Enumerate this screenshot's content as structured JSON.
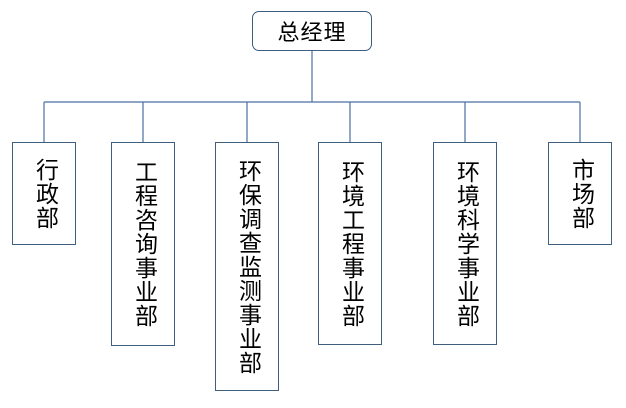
{
  "chart": {
    "root": {
      "label": "总经理"
    },
    "departments": [
      {
        "label": "行政部"
      },
      {
        "label": "工程咨询事业部"
      },
      {
        "label": "环保调查监测事业部"
      },
      {
        "label": "环境工程事业部"
      },
      {
        "label": "环境科学事业部"
      },
      {
        "label": "市场部"
      }
    ]
  },
  "colors": {
    "connector": "#4a6fa5",
    "box_border": "#3f5d7d",
    "text": "#000000"
  }
}
